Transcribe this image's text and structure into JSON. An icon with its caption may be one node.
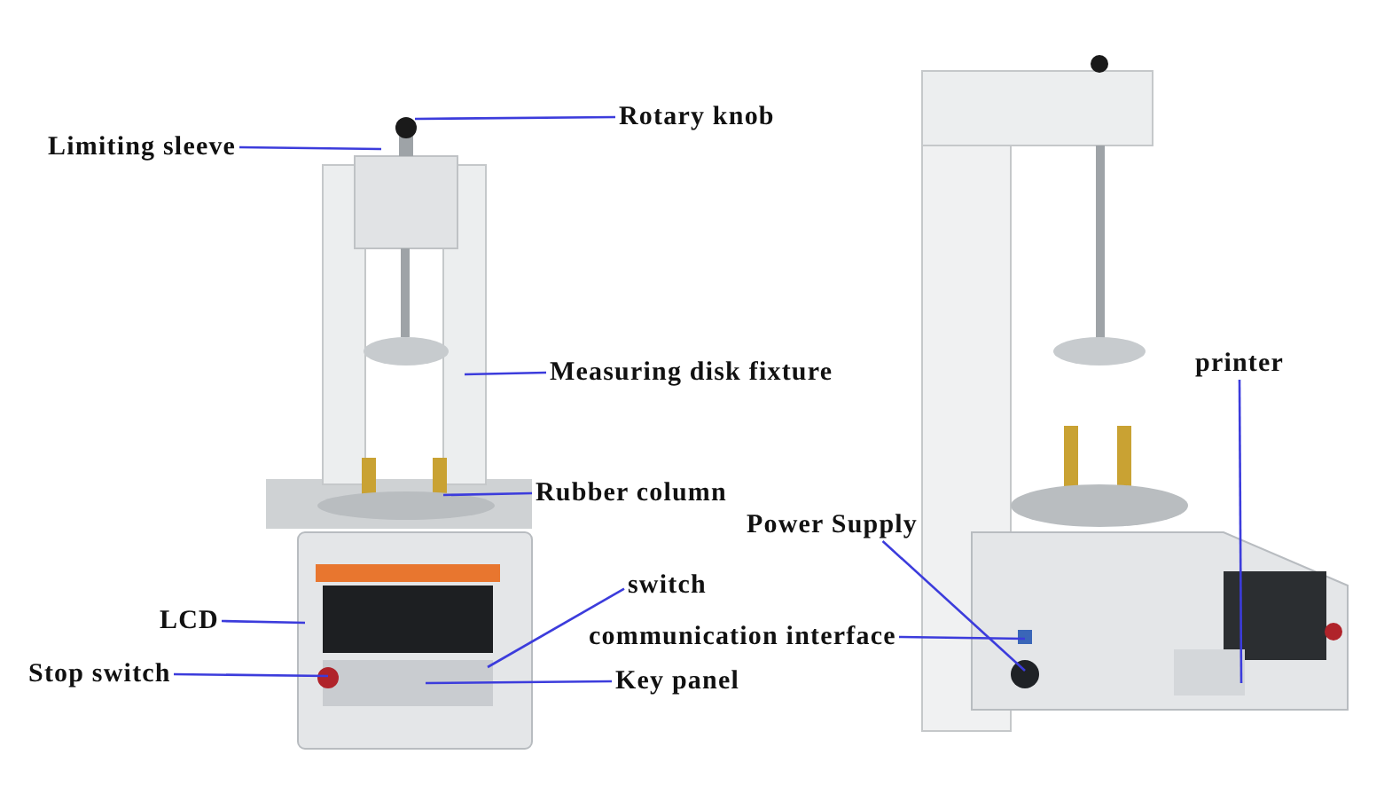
{
  "diagram": {
    "nodes": [
      {
        "text": [
          "Limiting sleeve"
        ]
      },
      {
        "text": [
          "Rotary knob"
        ]
      },
      {
        "text": [
          "Measuring disk fixture"
        ]
      },
      {
        "text": [
          "Rubber column"
        ]
      },
      {
        "text": [
          "LCD"
        ]
      },
      {
        "text": [
          "Stop switch"
        ]
      },
      {
        "text": [
          "switch"
        ]
      },
      {
        "text": [
          "Key panel"
        ]
      },
      {
        "text": [
          "Power Supply"
        ]
      },
      {
        "text": [
          "communication interface"
        ]
      },
      {
        "text": [
          "printer"
        ]
      }
    ],
    "edges": [
      {
        "from": 0,
        "to": null,
        "arrow": "none"
      },
      {
        "from": 1,
        "to": null,
        "arrow": "none"
      },
      {
        "from": 2,
        "to": null,
        "arrow": "none"
      },
      {
        "from": 3,
        "to": null,
        "arrow": "none"
      },
      {
        "from": 4,
        "to": null,
        "arrow": "none"
      },
      {
        "from": 5,
        "to": null,
        "arrow": "none"
      },
      {
        "from": 6,
        "to": null,
        "arrow": "none"
      },
      {
        "from": 7,
        "to": null,
        "arrow": "none"
      },
      {
        "from": 8,
        "to": null,
        "arrow": "none"
      },
      {
        "from": 9,
        "to": null,
        "arrow": "none"
      },
      {
        "from": 10,
        "to": null,
        "arrow": "none"
      }
    ]
  }
}
